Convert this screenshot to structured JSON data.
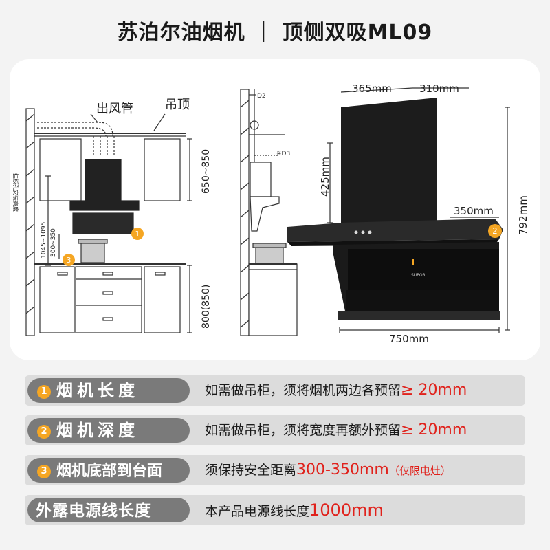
{
  "title": "苏泊尔油烟机 ｜ 顶侧双吸ML09",
  "diagram": {
    "label_duct": "出风管",
    "label_ceiling": "吊顶",
    "dim_650_850": "650~850",
    "dim_800_850": "800(850)",
    "dim_1045_1095": "1045~1095",
    "dim_300_350": "300~350",
    "label_vertical": "挂板孔安装高度",
    "label_d2": "D2",
    "label_d3": "※D3",
    "marker1": "1",
    "marker2": "2",
    "marker3": "3",
    "dim_365": "365mm",
    "dim_310": "310mm",
    "dim_425": "425mm",
    "dim_792": "792mm",
    "dim_350": "350mm",
    "dim_750": "750mm",
    "brand": "SUPOR"
  },
  "rows": [
    {
      "num": "1",
      "label": "烟机长度",
      "desc": "如需做吊柜，须将烟机两边各预留",
      "value": "≥ 20mm",
      "note": ""
    },
    {
      "num": "2",
      "label": "烟机深度",
      "desc": "如需做吊柜，须将宽度再额外预留",
      "value": "≥ 20mm",
      "note": ""
    },
    {
      "num": "3",
      "label": "烟机底部到台面",
      "desc": "须保持安全距离",
      "value": "300-350mm",
      "note": "（仅限电灶）"
    },
    {
      "num": "",
      "label": "外露电源线长度",
      "desc": "本产品电源线长度",
      "value": "1000mm",
      "note": ""
    }
  ]
}
